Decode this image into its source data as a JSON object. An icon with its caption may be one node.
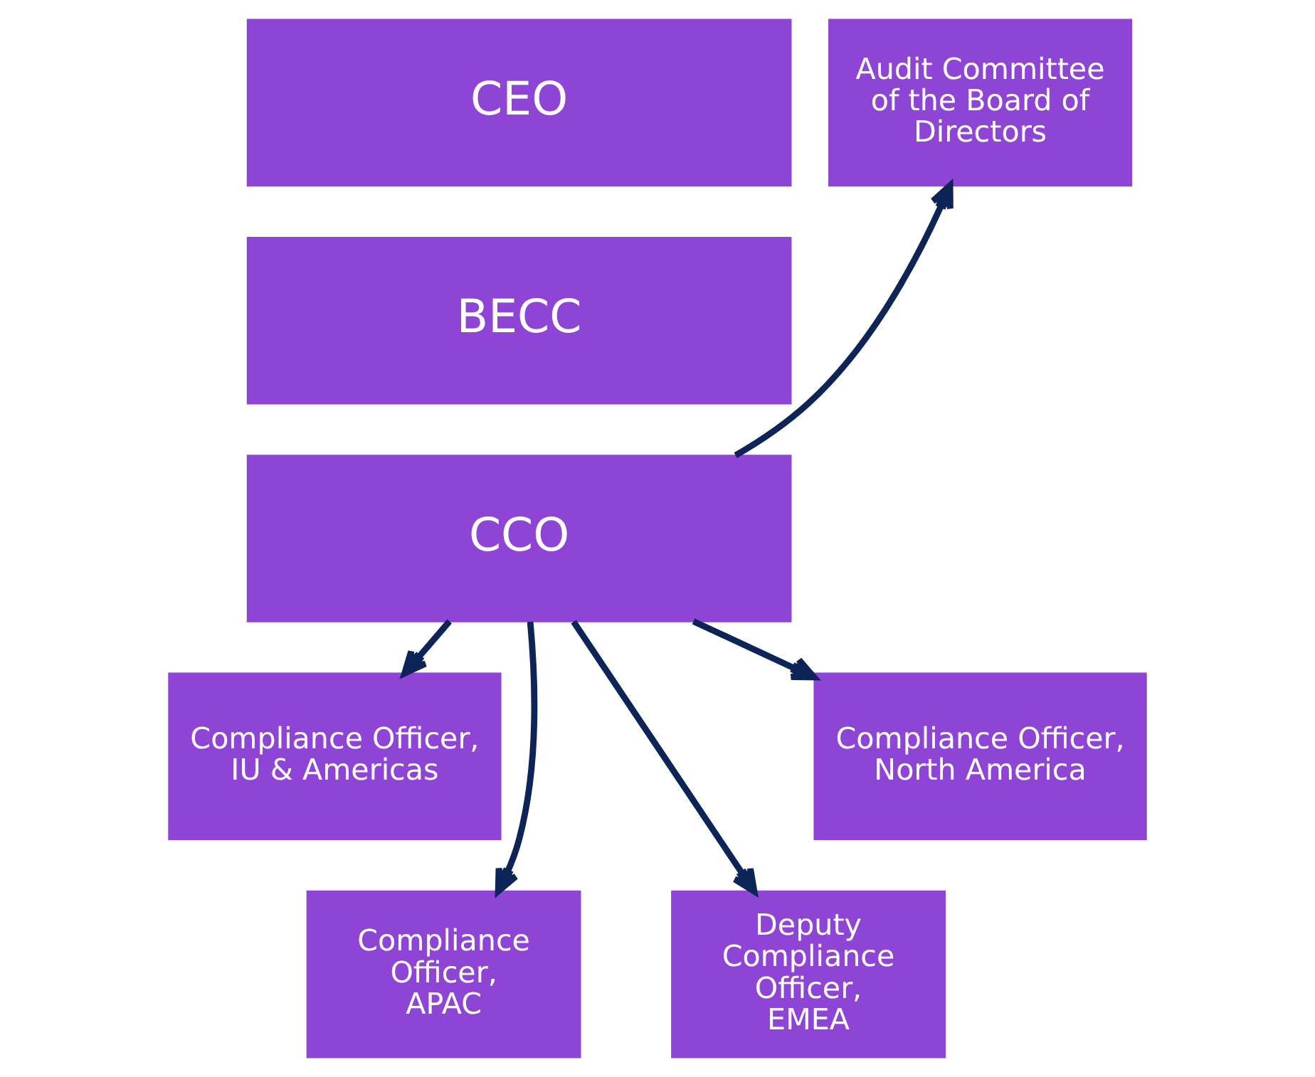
{
  "diagram": {
    "nodes": [
      {
        "text": [
          "CEO"
        ]
      },
      {
        "text": [
          "Audit Committee of the Board of Directors"
        ]
      },
      {
        "text": [
          "BECC"
        ]
      },
      {
        "text": [
          "CCO"
        ]
      },
      {
        "text": [
          "Compliance Officer, IU & Americas"
        ]
      },
      {
        "text": [
          "Compliance Officer, North America"
        ]
      },
      {
        "text": [
          "Compliance Officer, APAC"
        ]
      },
      {
        "text": [
          "Deputy Compliance Officer, EMEA"
        ]
      }
    ],
    "edges": [
      {
        "from": 3,
        "to": 1,
        "arrow": "to"
      },
      {
        "from": 3,
        "to": 4,
        "arrow": "to"
      },
      {
        "from": 3,
        "to": 6,
        "arrow": "to"
      },
      {
        "from": 3,
        "to": 7,
        "arrow": "to"
      },
      {
        "from": 3,
        "to": 5,
        "arrow": "to"
      }
    ]
  }
}
